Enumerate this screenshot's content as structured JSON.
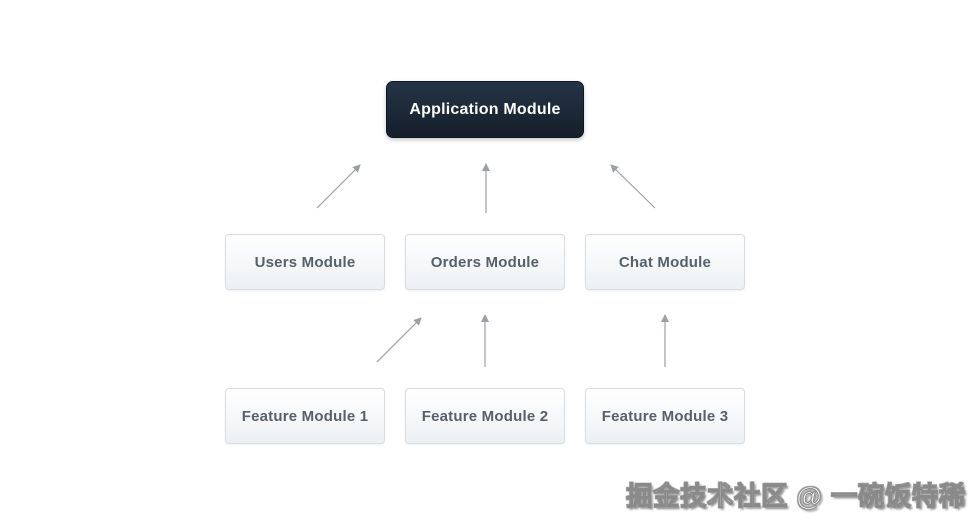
{
  "nodes": {
    "app": {
      "label": "Application Module"
    },
    "middle": [
      {
        "label": "Users Module"
      },
      {
        "label": "Orders Module"
      },
      {
        "label": "Chat Module"
      }
    ],
    "bottom": [
      {
        "label": "Feature Module 1"
      },
      {
        "label": "Feature Module 2"
      },
      {
        "label": "Feature Module 3"
      }
    ]
  },
  "edges": [
    {
      "from": "Users Module",
      "to": "Application Module"
    },
    {
      "from": "Orders Module",
      "to": "Application Module"
    },
    {
      "from": "Chat Module",
      "to": "Application Module"
    },
    {
      "from": "Feature Module 1",
      "to": "Orders Module"
    },
    {
      "from": "Feature Module 2",
      "to": "Orders Module"
    },
    {
      "from": "Feature Module 3",
      "to": "Chat Module"
    }
  ],
  "watermark": {
    "text": "掘金技术社区 @ 一碗饭特稀"
  },
  "colors": {
    "dark_node_top": "#243447",
    "dark_node_bottom": "#161f2a",
    "dark_node_text": "#ffffff",
    "light_node_top": "#ffffff",
    "light_node_bottom": "#edf0f3",
    "light_node_border": "#d8dde3",
    "light_node_text": "#57616b",
    "arrow": "#9aa0a6",
    "background": "#ffffff"
  }
}
